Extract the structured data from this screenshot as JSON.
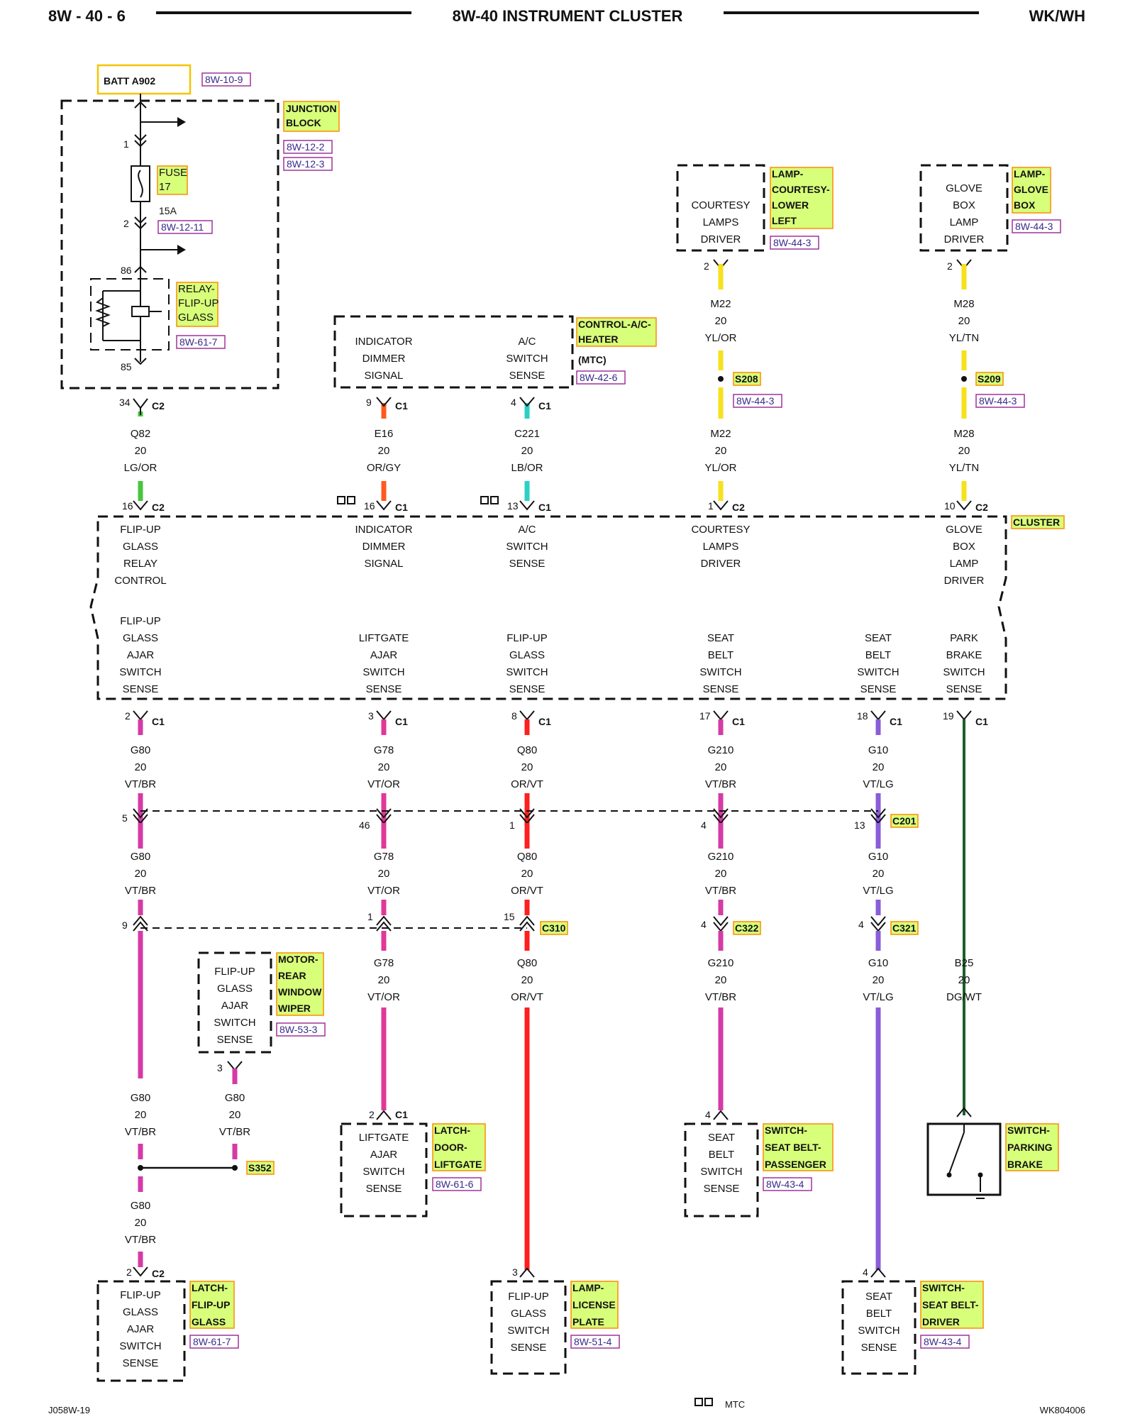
{
  "header": {
    "left": "8W - 40 - 6",
    "center": "8W-40 INSTRUMENT CLUSTER",
    "right": "WK/WH"
  },
  "footer": {
    "left": "J058W-19",
    "mtc_note": "MTC",
    "right": "WK804006"
  },
  "colors": {
    "LG/OR": "#49c43f",
    "OR/GY": "#ff5a1e",
    "LB/OR": "#2bd0c6",
    "YL/OR": "#f6e11d",
    "YL/TN": "#f6e11d",
    "VT/BR": "#d63aa6",
    "VT/OR": "#e0389b",
    "OR/VT": "#ff1f1f",
    "VT/LG": "#8a5dd8",
    "DG/WT": "#1d5f2a",
    "label_fill": "#d8ff7a",
    "label_border": "#ff8c00",
    "ref_border": "#a0329b",
    "batt_border": "#f5c400"
  },
  "batt": {
    "label": "BATT A902",
    "ref": "8W-10-9"
  },
  "junction_block": {
    "label_lines": [
      "JUNCTION",
      "BLOCK"
    ],
    "refs": [
      "8W-12-2",
      "8W-12-3"
    ],
    "fuse_label_lines": [
      "FUSE",
      "17"
    ],
    "fuse_rating": "15A",
    "fuse_ref": "8W-12-11",
    "pin_top": "1",
    "pin_bottom": "2",
    "relay_label_lines": [
      "RELAY-",
      "FLIP-UP",
      "GLASS"
    ],
    "relay_ref": "8W-61-7",
    "relay_pin_top": "86",
    "relay_pin_bottom": "85"
  },
  "ac_heater_control": {
    "label_lines": [
      "CONTROL-A/C-",
      "HEATER"
    ],
    "variant": "(MTC)",
    "ref": "8W-42-6",
    "left_func": [
      "INDICATOR",
      "DIMMER",
      "SIGNAL"
    ],
    "right_func": [
      "A/C",
      "SWITCH",
      "SENSE"
    ]
  },
  "courtesy_lamp": {
    "func": [
      "COURTESY",
      "LAMPS",
      "DRIVER"
    ],
    "label_lines": [
      "LAMP-",
      "COURTESY-",
      "LOWER",
      "LEFT"
    ],
    "ref": "8W-44-3",
    "pin": "2"
  },
  "glove_lamp": {
    "func": [
      "GLOVE",
      "BOX",
      "LAMP",
      "DRIVER"
    ],
    "label_lines": [
      "LAMP-",
      "GLOVE",
      "BOX"
    ],
    "ref": "8W-44-3",
    "pin": "2"
  },
  "splices": {
    "s208": {
      "label": "S208",
      "ref": "8W-44-3"
    },
    "s209": {
      "label": "S209",
      "ref": "8W-44-3"
    },
    "s352": {
      "label": "S352"
    }
  },
  "upper_wires": [
    {
      "pin_top": "34",
      "conn_top": "C2",
      "circuit": "Q82",
      "gauge": "20",
      "color": "LG/OR",
      "pin_bottom": "16",
      "conn_bottom": "C2"
    },
    {
      "pin_top": "9",
      "conn_top": "C1",
      "circuit": "E16",
      "gauge": "20",
      "color": "OR/GY",
      "pin_bottom": "16",
      "conn_bottom": "C1"
    },
    {
      "pin_top": "4",
      "conn_top": "C1",
      "circuit": "C221",
      "gauge": "20",
      "color": "LB/OR",
      "pin_bottom": "13",
      "conn_bottom": "C1"
    },
    {
      "circuit": "M22",
      "gauge": "20",
      "color": "YL/OR",
      "pin_bottom": "1",
      "conn_bottom": "C2"
    },
    {
      "circuit": "M28",
      "gauge": "20",
      "color": "YL/TN",
      "pin_bottom": "10",
      "conn_bottom": "C2"
    }
  ],
  "cluster": {
    "label": "CLUSTER",
    "top_funcs": [
      [
        "FLIP-UP",
        "GLASS",
        "RELAY",
        "CONTROL"
      ],
      [
        "INDICATOR",
        "DIMMER",
        "SIGNAL"
      ],
      [
        "A/C",
        "SWITCH",
        "SENSE"
      ],
      [
        "COURTESY",
        "LAMPS",
        "DRIVER"
      ],
      [
        "GLOVE",
        "BOX",
        "LAMP",
        "DRIVER"
      ]
    ],
    "bottom_funcs": [
      [
        "FLIP-UP",
        "GLASS",
        "AJAR",
        "SWITCH",
        "SENSE"
      ],
      [
        "LIFTGATE",
        "AJAR",
        "SWITCH",
        "SENSE"
      ],
      [
        "FLIP-UP",
        "GLASS",
        "SWITCH",
        "SENSE"
      ],
      [
        "SEAT",
        "BELT",
        "SWITCH",
        "SENSE"
      ],
      [
        "SEAT",
        "BELT",
        "SWITCH",
        "SENSE"
      ],
      [
        "PARK",
        "BRAKE",
        "SWITCH",
        "SENSE"
      ]
    ]
  },
  "lower_wires": [
    {
      "pin": "2",
      "conn": "C1",
      "circuit": "G80",
      "gauge": "20",
      "color": "VT/BR",
      "c201_pin": "5",
      "c2_circuit": "G80",
      "c2_gauge": "20",
      "c2_color": "VT/BR",
      "c310_pin": "9"
    },
    {
      "pin": "3",
      "conn": "C1",
      "circuit": "G78",
      "gauge": "20",
      "color": "VT/OR",
      "c201_pin": "46",
      "c2_circuit": "G78",
      "c2_gauge": "20",
      "c2_color": "VT/OR",
      "c310_pin": "1",
      "c3_circuit": "G78",
      "c3_gauge": "20",
      "c3_color": "VT/OR"
    },
    {
      "pin": "8",
      "conn": "C1",
      "circuit": "Q80",
      "gauge": "20",
      "color": "OR/VT",
      "c201_pin": "1",
      "c2_circuit": "Q80",
      "c2_gauge": "20",
      "c2_color": "OR/VT",
      "c310_pin": "15",
      "c3_circuit": "Q80",
      "c3_gauge": "20",
      "c3_color": "OR/VT"
    },
    {
      "pin": "17",
      "conn": "C1",
      "circuit": "G210",
      "gauge": "20",
      "color": "VT/BR",
      "c201_pin": "4",
      "c2_circuit": "G210",
      "c2_gauge": "20",
      "c2_color": "VT/BR",
      "c3_pin": "4",
      "c3_conn": "C322",
      "c3_circuit": "G210",
      "c3_gauge": "20",
      "c3_color": "VT/BR"
    },
    {
      "pin": "18",
      "conn": "C1",
      "circuit": "G10",
      "gauge": "20",
      "color": "VT/LG",
      "c201_pin": "13",
      "c2_circuit": "G10",
      "c2_gauge": "20",
      "c2_color": "VT/LG",
      "c3_pin": "4",
      "c3_conn": "C321",
      "c3_circuit": "G10",
      "c3_gauge": "20",
      "c3_color": "VT/LG"
    },
    {
      "pin": "19",
      "conn": "C1",
      "circuit": "B25",
      "gauge": "20",
      "color": "DG/WT"
    }
  ],
  "connectors": {
    "c201": "C201",
    "c310": "C310"
  },
  "motor_wiper": {
    "func": [
      "FLIP-UP",
      "GLASS",
      "AJAR",
      "SWITCH",
      "SENSE"
    ],
    "label_lines": [
      "MOTOR-",
      "REAR",
      "WINDOW",
      "WIPER"
    ],
    "ref": "8W-53-3",
    "pin": "3",
    "circuit": "G80",
    "gauge": "20",
    "color": "VT/BR"
  },
  "g80_lower": {
    "circuit": "G80",
    "gauge": "20",
    "color": "VT/BR",
    "circuit2": "G80",
    "gauge2": "20",
    "color2": "VT/BR"
  },
  "latch_flipup": {
    "func": [
      "FLIP-UP",
      "GLASS",
      "AJAR",
      "SWITCH",
      "SENSE"
    ],
    "label_lines": [
      "LATCH-",
      "FLIP-UP",
      "GLASS"
    ],
    "ref": "8W-61-7",
    "pin": "2",
    "conn": "C2"
  },
  "latch_liftgate": {
    "func": [
      "LIFTGATE",
      "AJAR",
      "SWITCH",
      "SENSE"
    ],
    "label_lines": [
      "LATCH-",
      "DOOR-",
      "LIFTGATE"
    ],
    "ref": "8W-61-6",
    "pin": "2",
    "conn": "C1"
  },
  "lamp_license": {
    "func": [
      "FLIP-UP",
      "GLASS",
      "SWITCH",
      "SENSE"
    ],
    "label_lines": [
      "LAMP-",
      "LICENSE",
      "PLATE"
    ],
    "ref": "8W-51-4",
    "pin": "3"
  },
  "seatbelt_pass": {
    "func": [
      "SEAT",
      "BELT",
      "SWITCH",
      "SENSE"
    ],
    "label_lines": [
      "SWITCH-",
      "SEAT BELT-",
      "PASSENGER"
    ],
    "ref": "8W-43-4",
    "pin": "4"
  },
  "seatbelt_driver": {
    "func": [
      "SEAT",
      "BELT",
      "SWITCH",
      "SENSE"
    ],
    "label_lines": [
      "SWITCH-",
      "SEAT BELT-",
      "DRIVER"
    ],
    "ref": "8W-43-4",
    "pin": "4"
  },
  "parking_brake": {
    "label_lines": [
      "SWITCH-",
      "PARKING",
      "BRAKE"
    ]
  }
}
